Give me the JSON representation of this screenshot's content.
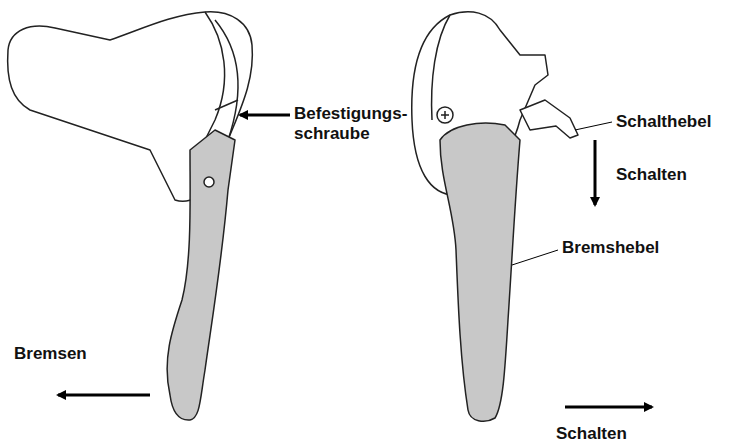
{
  "diagram": {
    "labels": [
      "Befestigungs- schraube",
      "Schalthebel",
      "Schalten",
      "Bremshebel",
      "Bremsen",
      "Schalten"
    ]
  }
}
